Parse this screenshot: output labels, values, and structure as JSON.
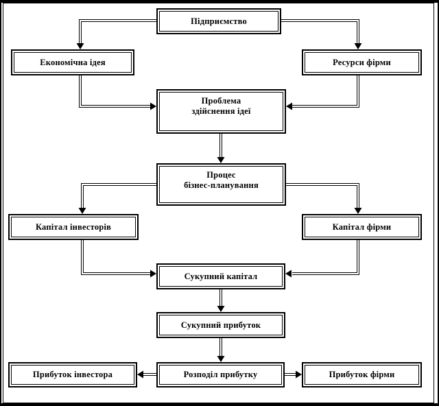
{
  "colors": {
    "line": "#000000",
    "background": "#ffffff",
    "text": "#000000"
  },
  "diagram": {
    "nodes": {
      "enterprise": {
        "label": "Підприємство"
      },
      "economic_idea": {
        "label": "Економічна ідея"
      },
      "firm_resources": {
        "label": "Ресурси фірми"
      },
      "problem": {
        "label": "Проблема\nздійснення ідеї"
      },
      "process": {
        "label": "Процес\nбізнес-планування"
      },
      "investors_capital": {
        "label": "Капітал інвесторів"
      },
      "firm_capital": {
        "label": "Капітал фірми"
      },
      "total_capital": {
        "label": "Сукупний капітал"
      },
      "total_profit": {
        "label": "Сукупний прибуток"
      },
      "profit_distribution": {
        "label": "Розподіл прибутку"
      },
      "investor_profit": {
        "label": "Прибуток інвестора"
      },
      "firm_profit": {
        "label": "Прибуток фірми"
      }
    },
    "edges": [
      {
        "from": "enterprise",
        "to": "economic_idea"
      },
      {
        "from": "enterprise",
        "to": "firm_resources"
      },
      {
        "from": "economic_idea",
        "to": "problem"
      },
      {
        "from": "firm_resources",
        "to": "problem"
      },
      {
        "from": "problem",
        "to": "process"
      },
      {
        "from": "process",
        "to": "investors_capital"
      },
      {
        "from": "process",
        "to": "firm_capital"
      },
      {
        "from": "investors_capital",
        "to": "total_capital"
      },
      {
        "from": "firm_capital",
        "to": "total_capital"
      },
      {
        "from": "total_capital",
        "to": "total_profit"
      },
      {
        "from": "total_profit",
        "to": "profit_distribution"
      },
      {
        "from": "profit_distribution",
        "to": "investor_profit"
      },
      {
        "from": "profit_distribution",
        "to": "firm_profit"
      }
    ]
  }
}
